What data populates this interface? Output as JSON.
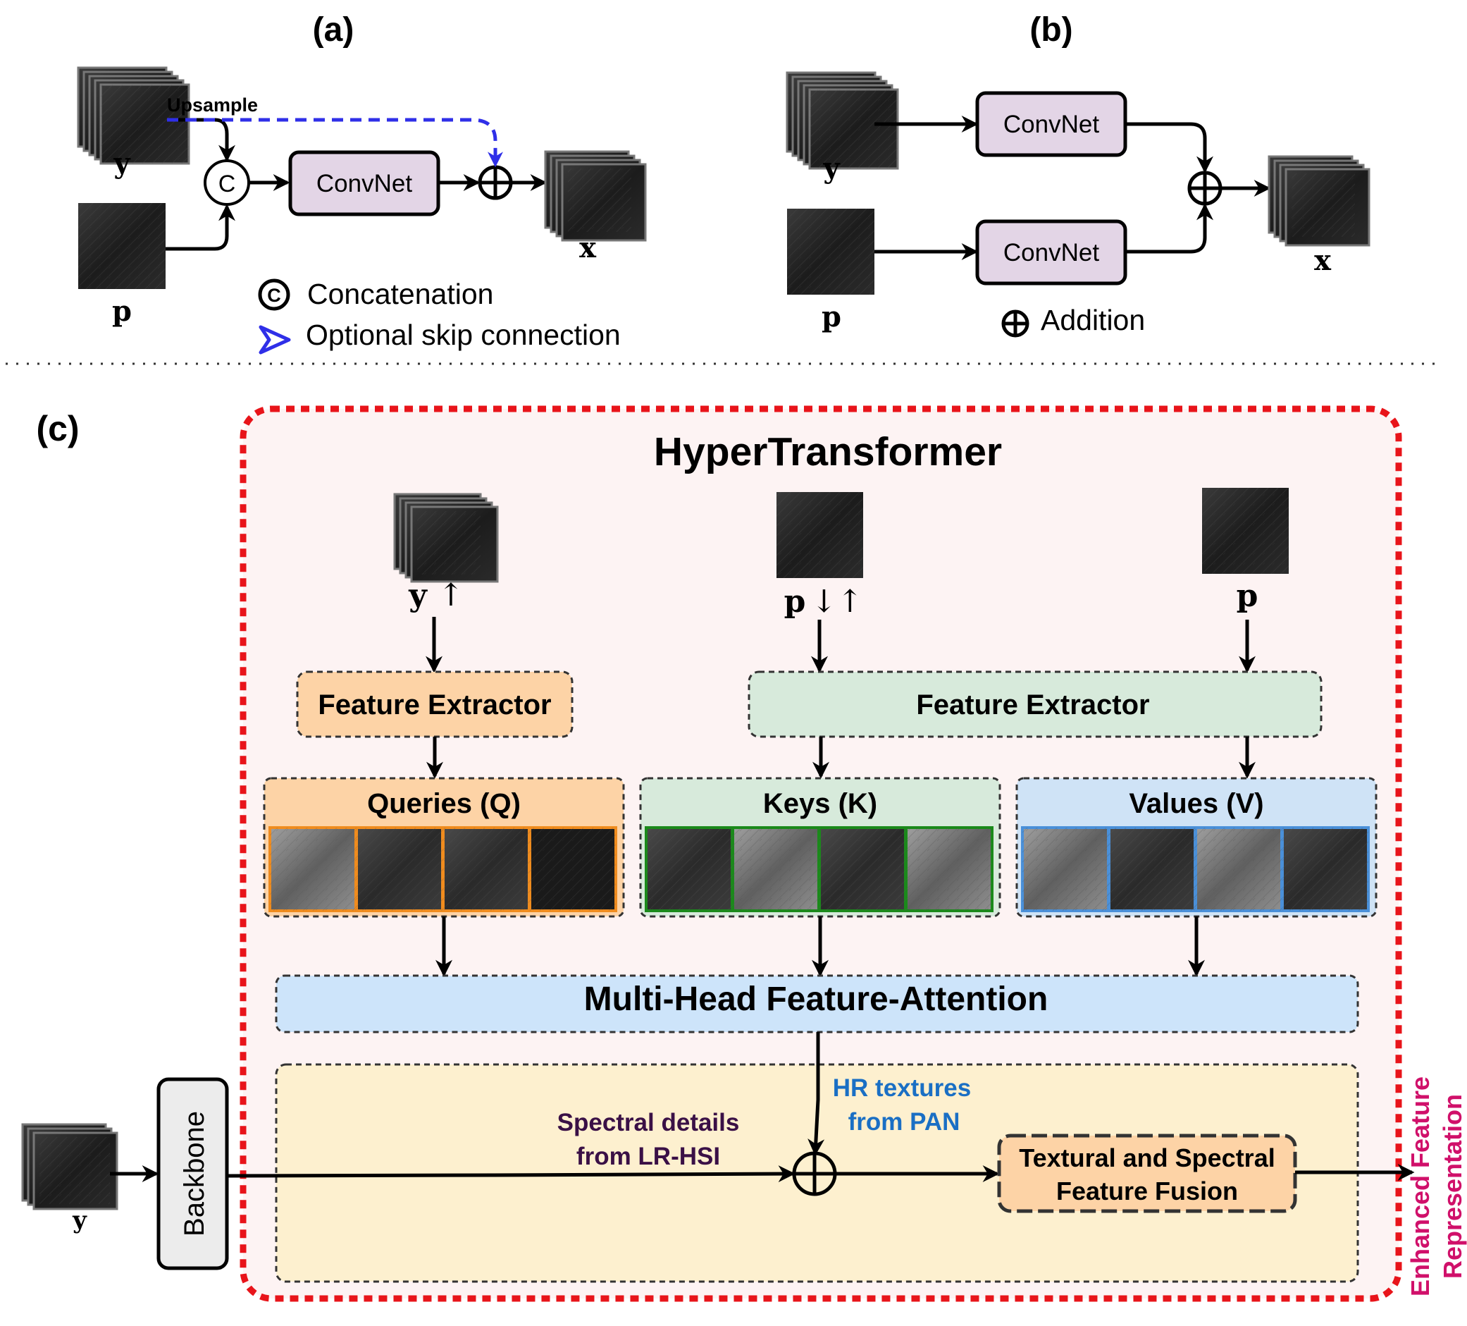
{
  "panel_a": {
    "label": "(a)",
    "upsample": "Upsample",
    "in_y": "y",
    "in_p": "p",
    "concat_symbol": "C",
    "convnet": "ConvNet",
    "out_x": "x",
    "legend_concat": "Concatenation",
    "legend_skip": "Optional skip connection"
  },
  "panel_b": {
    "label": "(b)",
    "in_y": "y",
    "in_p": "p",
    "convnet_top": "ConvNet",
    "convnet_bottom": "ConvNet",
    "out_x": "x",
    "legend_addition": "Addition"
  },
  "panel_c": {
    "label": "(c)",
    "title": "HyperTransformer",
    "input_y_up": "y",
    "input_y_up_arrow": "↑",
    "input_p_down_up": "p",
    "input_p_down_up_arrows": "↓↑",
    "input_p": "p",
    "feature_extractor_left": "Feature Extractor",
    "feature_extractor_right": "Feature Extractor",
    "queries": "Queries (Q)",
    "keys": "Keys (K)",
    "values": "Values (V)",
    "attention": "Multi-Head Feature-Attention",
    "hr_textures_line1": "HR textures",
    "hr_textures_line2": "from PAN",
    "spectral_line1": "Spectral details",
    "spectral_line2": "from LR-HSI",
    "fusion_line1": "Textural and Spectral",
    "fusion_line2": "Feature Fusion",
    "backbone": "Backbone",
    "backbone_input": "y",
    "output_line1": "Enhanced Feature",
    "output_line2": "Representation"
  },
  "colors": {
    "convnet_fill": "#e3d5e6",
    "orange_fill": "#fdd3a6",
    "orange_border": "#f08c1e",
    "green_fill": "#d7eadb",
    "green_border": "#1a8a1a",
    "blue_fill": "#cfe3f6",
    "blue_border": "#4a90d9",
    "attention_fill": "#cde4fa",
    "fusion_region_fill": "#fdf0cf",
    "transformer_border": "#e8141a",
    "transformer_fill": "#fdf3f3",
    "skip_blue": "#2f2fe8",
    "hr_text": "#1a6fc4",
    "spectral_text": "#3a1046",
    "output_text": "#d0106a",
    "backbone_fill": "#ececec"
  }
}
